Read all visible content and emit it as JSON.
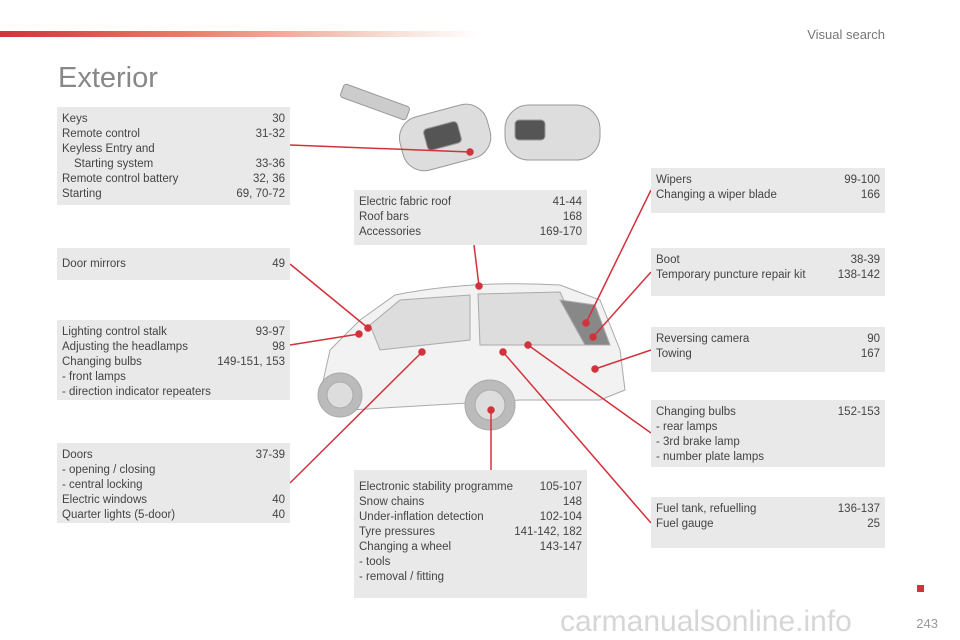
{
  "header": {
    "section": "Visual search",
    "title": "Exterior"
  },
  "boxes": {
    "keys": {
      "rows": [
        [
          "Keys",
          "30"
        ],
        [
          "Remote control",
          "31-32"
        ],
        [
          "Keyless Entry and",
          ""
        ],
        [
          "  Starting system",
          "33-36"
        ],
        [
          "Remote control battery",
          "32, 36"
        ],
        [
          "Starting",
          "69, 70-72"
        ]
      ]
    },
    "mirrors": {
      "rows": [
        [
          "Door mirrors",
          "49"
        ]
      ]
    },
    "lighting": {
      "rows": [
        [
          "Lighting control stalk",
          "93-97"
        ],
        [
          "Adjusting the headlamps",
          "98"
        ],
        [
          "Changing bulbs",
          "149-151, 153"
        ]
      ],
      "bullets": [
        "-   front lamps",
        "-   direction indicator repeaters"
      ]
    },
    "doors": {
      "rows1": [
        [
          "Doors",
          "37-39"
        ]
      ],
      "bullets": [
        "-   opening / closing",
        "-   central locking"
      ],
      "rows2": [
        [
          "Electric windows",
          "40"
        ],
        [
          "Quarter lights (5-door)",
          "40"
        ]
      ]
    },
    "roof": {
      "rows": [
        [
          "Electric fabric roof",
          "41-44"
        ],
        [
          "Roof bars",
          "168"
        ],
        [
          "Accessories",
          "169-170"
        ]
      ]
    },
    "stability": {
      "rows": [
        [
          "Electronic stability programme",
          "105-107"
        ],
        [
          "Snow chains",
          "148"
        ],
        [
          "Under-inflation detection",
          "102-104"
        ],
        [
          "Tyre pressures",
          "141-142, 182"
        ],
        [
          "Changing a wheel",
          "143-147"
        ]
      ],
      "bullets": [
        "-   tools",
        "-   removal / fitting"
      ]
    },
    "wipers": {
      "rows": [
        [
          "Wipers",
          "99-100"
        ],
        [
          "Changing a wiper blade",
          "166"
        ]
      ]
    },
    "boot": {
      "rows": [
        [
          "Boot",
          "38-39"
        ],
        [
          "Temporary puncture repair kit",
          "138-142"
        ]
      ]
    },
    "camera": {
      "rows": [
        [
          "Reversing camera",
          "90"
        ],
        [
          "Towing",
          "167"
        ]
      ]
    },
    "rearbulbs": {
      "rows": [
        [
          "Changing bulbs",
          "152-153"
        ]
      ],
      "bullets": [
        "-   rear lamps",
        "-   3rd brake lamp",
        "-   number plate lamps"
      ]
    },
    "fuel": {
      "rows": [
        [
          "Fuel tank, refuelling",
          "136-137"
        ],
        [
          "Fuel gauge",
          "25"
        ]
      ]
    }
  },
  "footer": {
    "page": "243",
    "watermark": "carmanualsonline.info"
  },
  "colors": {
    "accent": "#d2323c",
    "box": "#e9e9e9"
  }
}
